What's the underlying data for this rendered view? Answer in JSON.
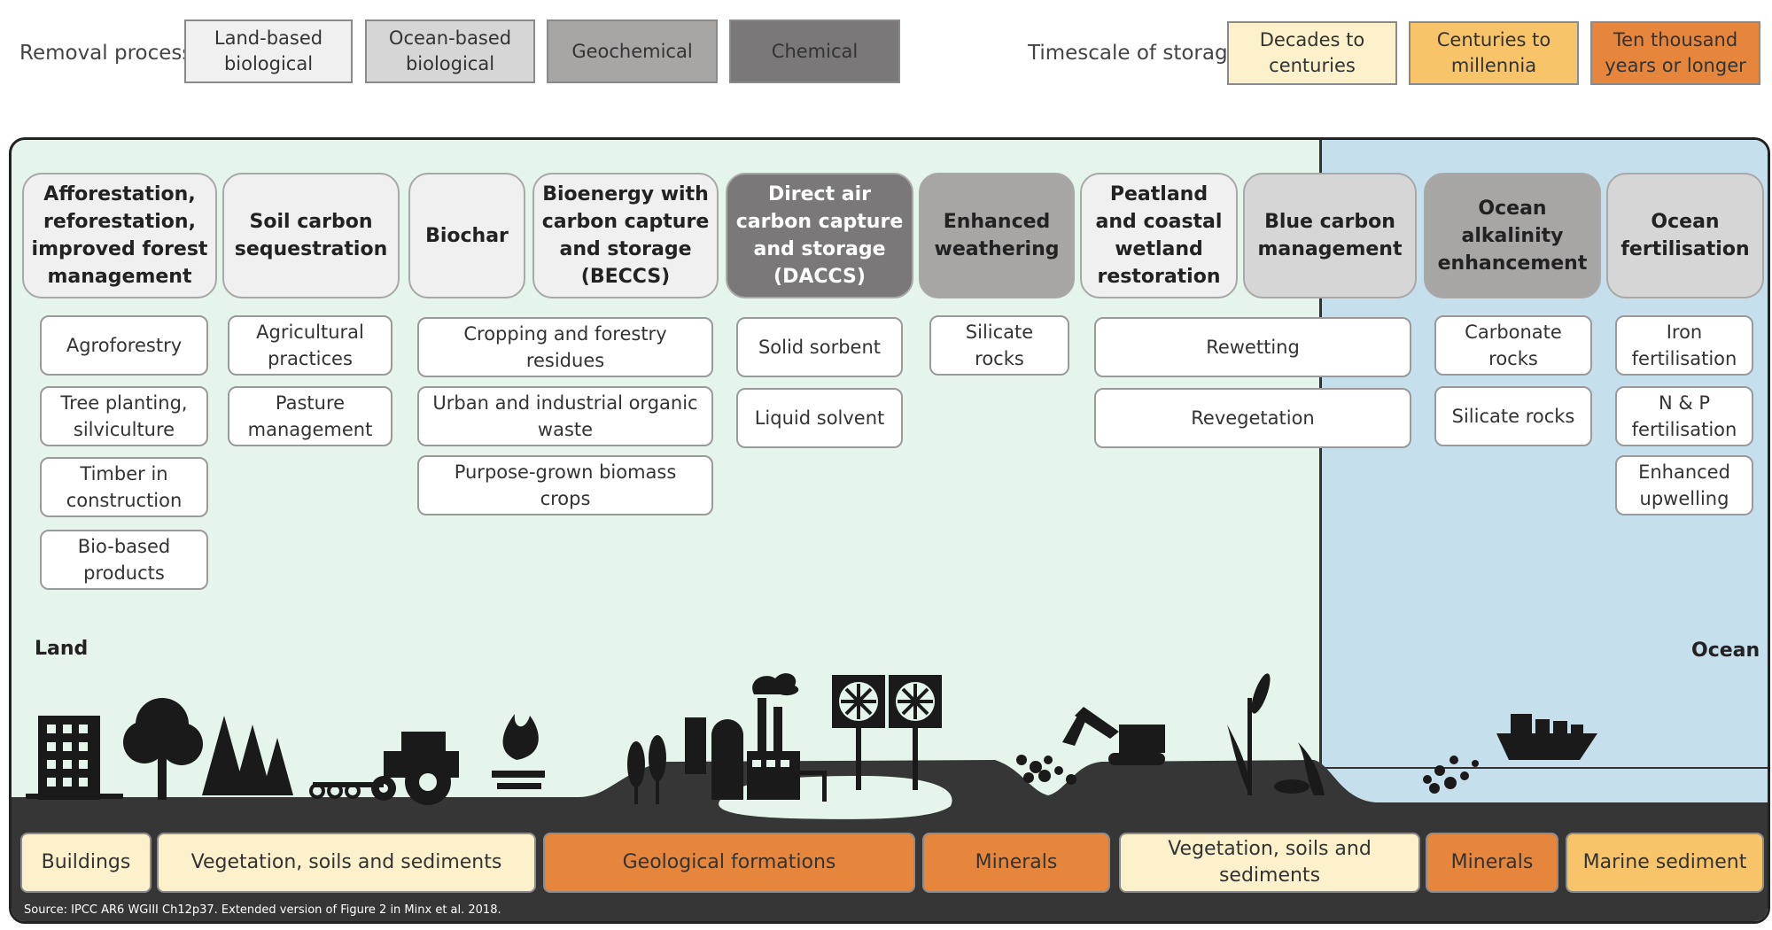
{
  "colors": {
    "land_based_biological": "#f0f0f0",
    "ocean_based_biological": "#d6d6d6",
    "geochemical": "#a8a5a5",
    "chemical": "#7a7878",
    "decades_to_centuries": "#fdf1cc",
    "centuries_to_millennia": "#f7c46a",
    "ten_thousand_years": "#e5863c",
    "land_background": "#e6f5ec",
    "ocean_background": "#c6dfec",
    "ground": "#363636"
  },
  "legend": {
    "removal_label": "Removal process:",
    "removal": [
      "Land-based\nbiological",
      "Ocean-based\nbiological",
      "Geochemical",
      "Chemical"
    ],
    "timescale_label": "Timescale of storage:",
    "timescale": [
      "Decades to\ncenturies",
      "Centuries to\nmillennia",
      "Ten thousand\nyears or longer"
    ]
  },
  "methods": [
    {
      "title": "Afforestation,\nreforestation,\nimproved forest\nmanagement",
      "process": "land_based_biological",
      "subs": [
        "Agroforestry",
        "Tree planting,\nsilviculture",
        "Timber in\nconstruction",
        "Bio-based\nproducts"
      ]
    },
    {
      "title": "Soil carbon\nsequestration",
      "process": "land_based_biological",
      "subs": [
        "Agricultural\npractices",
        "Pasture\nmanagement"
      ]
    },
    {
      "title": "Biochar",
      "process": "land_based_biological",
      "subs": []
    },
    {
      "title": "Bioenergy with\ncarbon capture\nand storage\n(BECCS)",
      "process": "land_based_biological",
      "subs": []
    },
    {
      "title": "Direct air\ncarbon capture\nand storage\n(DACCS)",
      "process": "chemical",
      "subs": [
        "Solid sorbent",
        "Liquid solvent"
      ]
    },
    {
      "title": "Enhanced\nweathering",
      "process": "geochemical",
      "subs": [
        "Silicate\nrocks"
      ]
    },
    {
      "title": "Peatland\nand coastal\nwetland\nrestoration",
      "process": "land_based_biological",
      "subs": []
    },
    {
      "title": "Blue carbon\nmanagement",
      "process": "ocean_based_biological",
      "subs": []
    },
    {
      "title": "Ocean\nalkalinity\nenhancement",
      "process": "geochemical",
      "subs": [
        "Carbonate\nrocks",
        "Silicate rocks"
      ]
    },
    {
      "title": "Ocean\nfertilisation",
      "process": "ocean_based_biological",
      "subs": [
        "Iron\nfertilisation",
        "N & P\nfertilisation",
        "Enhanced\nupwelling"
      ]
    }
  ],
  "shared_subs": {
    "biochar_beccs": [
      "Cropping and forestry\nresidues",
      "Urban and industrial organic\nwaste",
      "Purpose-grown biomass\ncrops"
    ],
    "wetland_blue_carbon": [
      "Rewetting",
      "Revegetation"
    ]
  },
  "regions": {
    "land": "Land",
    "ocean": "Ocean"
  },
  "storage": [
    {
      "label": "Buildings",
      "timescale": "decades_to_centuries"
    },
    {
      "label": "Vegetation, soils and sediments",
      "timescale": "decades_to_centuries"
    },
    {
      "label": "Geological formations",
      "timescale": "ten_thousand_years"
    },
    {
      "label": "Minerals",
      "timescale": "ten_thousand_years"
    },
    {
      "label": "Vegetation, soils and\nsediments",
      "timescale": "decades_to_centuries"
    },
    {
      "label": "Minerals",
      "timescale": "ten_thousand_years"
    },
    {
      "label": "Marine sediment",
      "timescale": "centuries_to_millennia"
    }
  ],
  "icons": [
    "building-icon",
    "tree-icon",
    "conifer-trees-icon",
    "tractor-plough-icon",
    "fire-icon",
    "wheat-icon",
    "factory-icon",
    "dac-fan-units-icon",
    "rocks-icon",
    "excavator-icon",
    "reed-plant-icon",
    "seagrass-icon",
    "ship-icon",
    "ocean-rocks-icon"
  ],
  "source": "Source: IPCC AR6 WGIII Ch12p37. Extended version of Figure 2 in Minx et al. 2018."
}
